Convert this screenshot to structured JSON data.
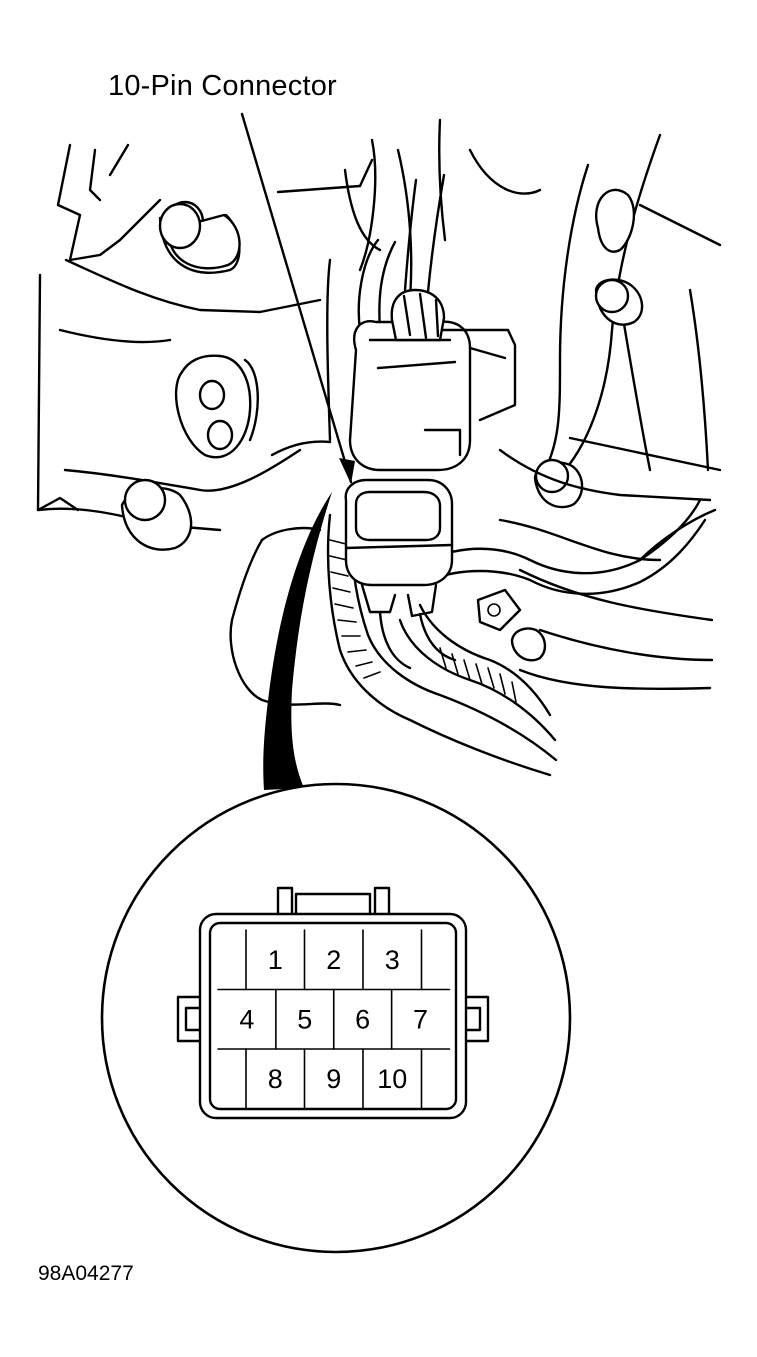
{
  "callout": {
    "label": "10-Pin Connector"
  },
  "figure_id": "98A04277",
  "connector": {
    "pins": [
      {
        "label": "1",
        "row": 0,
        "col": 1
      },
      {
        "label": "2",
        "row": 0,
        "col": 2
      },
      {
        "label": "3",
        "row": 0,
        "col": 3
      },
      {
        "label": "4",
        "row": 1,
        "col": 0
      },
      {
        "label": "5",
        "row": 1,
        "col": 1
      },
      {
        "label": "6",
        "row": 1,
        "col": 2
      },
      {
        "label": "7",
        "row": 1,
        "col": 3
      },
      {
        "label": "8",
        "row": 2,
        "col": 1
      },
      {
        "label": "9",
        "row": 2,
        "col": 2
      },
      {
        "label": "10",
        "row": 2,
        "col": 3
      }
    ]
  },
  "colors": {
    "line": "#000000",
    "background": "#ffffff"
  }
}
